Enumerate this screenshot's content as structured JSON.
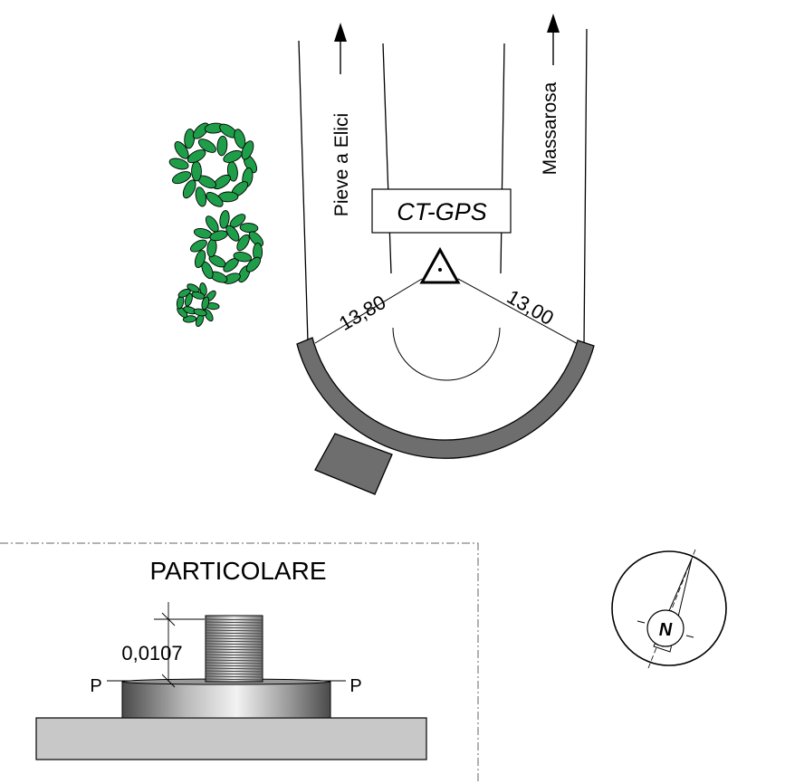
{
  "roads": {
    "left_label": "Pieve a Elici",
    "right_label": "Massarosa"
  },
  "station": {
    "code": "CT-GPS",
    "dist_left": "13,80",
    "dist_right": "13,00"
  },
  "detail": {
    "title": "PARTICOLARE",
    "height_label": "0,0107",
    "left_mark": "P",
    "right_mark": "P"
  },
  "compass": {
    "north": "N"
  },
  "colors": {
    "tree_fill": "#1f9e4a",
    "wall_fill": "#6e6e6e",
    "base_fill": "#c8c8c8"
  }
}
